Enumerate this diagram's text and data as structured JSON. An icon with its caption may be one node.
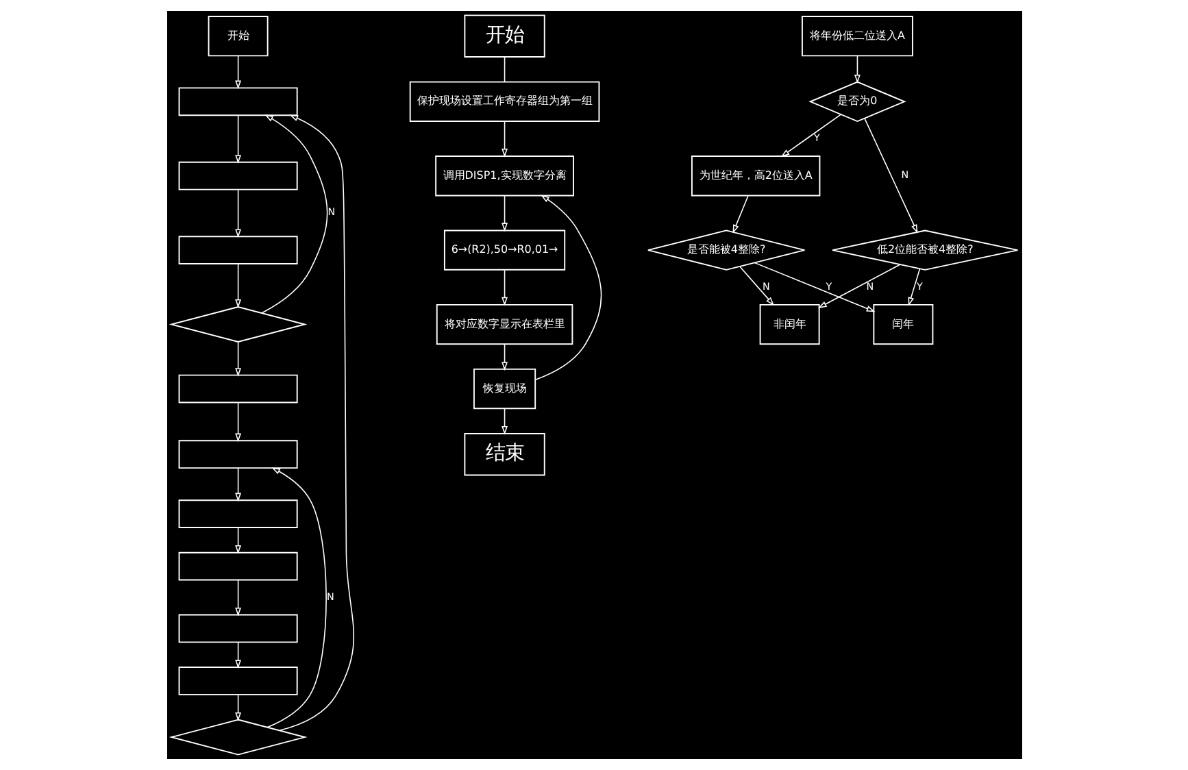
{
  "diagram": {
    "nodes": [
      {
        "text": [
          "开始"
        ]
      },
      {
        "text": [],
        "shape": "box"
      },
      {
        "text": [],
        "shape": "box"
      },
      {
        "text": [],
        "shape": "box"
      },
      {
        "text": [],
        "shape": "diamond"
      },
      {
        "text": [],
        "shape": "box"
      },
      {
        "text": [],
        "shape": "box"
      },
      {
        "text": [],
        "shape": "box"
      },
      {
        "text": [],
        "shape": "box"
      },
      {
        "text": [],
        "shape": "box"
      },
      {
        "text": [],
        "shape": "box"
      },
      {
        "text": [],
        "shape": "diamond"
      },
      {
        "text": [
          "开始"
        ]
      },
      {
        "text": [
          "保护现场设置工作寄存器组为第一组"
        ]
      },
      {
        "text": [
          "调用DISP1,实现数字分离"
        ]
      },
      {
        "text": [
          "6→(R2),50→R0,01→"
        ]
      },
      {
        "text": [
          "将对应数字显示在表栏里"
        ]
      },
      {
        "text": [
          "恢复现场"
        ]
      },
      {
        "text": [
          "结束"
        ]
      },
      {
        "text": [
          "将年份低二位送入A"
        ]
      },
      {
        "text": [
          "是否为0"
        ]
      },
      {
        "text": [
          "为世纪年，高2位送入A"
        ]
      },
      {
        "text": [
          "是否能被4整除?"
        ]
      },
      {
        "text": [
          "低2位能否被4整除?"
        ]
      },
      {
        "text": [
          "非闰年"
        ]
      },
      {
        "text": [
          "闰年"
        ]
      }
    ],
    "edges": [
      {
        "from": 0,
        "to": 1,
        "arrow": "to"
      },
      {
        "from": 1,
        "to": 2,
        "arrow": "to"
      },
      {
        "from": 2,
        "to": 3,
        "arrow": "to"
      },
      {
        "from": 3,
        "to": 4,
        "arrow": "to"
      },
      {
        "from": 4,
        "to": 1,
        "arrow": "to",
        "label": "N"
      },
      {
        "from": 4,
        "to": 5,
        "arrow": "to"
      },
      {
        "from": 5,
        "to": 6,
        "arrow": "to"
      },
      {
        "from": 6,
        "to": 7,
        "arrow": "to"
      },
      {
        "from": 7,
        "to": 8,
        "arrow": "to"
      },
      {
        "from": 8,
        "to": 9,
        "arrow": "to"
      },
      {
        "from": 9,
        "to": 10,
        "arrow": "to"
      },
      {
        "from": 10,
        "to": 11,
        "arrow": "to"
      },
      {
        "from": 11,
        "to": 6,
        "arrow": "to",
        "label": "N"
      },
      {
        "from": 11,
        "to": 1,
        "arrow": "to"
      },
      {
        "from": 12,
        "to": 13,
        "arrow": "none"
      },
      {
        "from": 13,
        "to": 14,
        "arrow": "to"
      },
      {
        "from": 14,
        "to": 15,
        "arrow": "to"
      },
      {
        "from": 15,
        "to": 16,
        "arrow": "to"
      },
      {
        "from": 16,
        "to": 17,
        "arrow": "to"
      },
      {
        "from": 17,
        "to": 18,
        "arrow": "to"
      },
      {
        "from": 17,
        "to": 14,
        "arrow": "to"
      },
      {
        "from": 19,
        "to": 20,
        "arrow": "to"
      },
      {
        "from": 20,
        "to": 21,
        "arrow": "to",
        "label": "Y"
      },
      {
        "from": 20,
        "to": 23,
        "arrow": "to",
        "label": "N"
      },
      {
        "from": 21,
        "to": 22,
        "arrow": "to"
      },
      {
        "from": 22,
        "to": 24,
        "arrow": "to",
        "label": "N"
      },
      {
        "from": 22,
        "to": 25,
        "arrow": "to",
        "label": "Y"
      },
      {
        "from": 23,
        "to": 24,
        "arrow": "to",
        "label": "N"
      },
      {
        "from": 23,
        "to": 25,
        "arrow": "to",
        "label": "Y"
      }
    ]
  }
}
